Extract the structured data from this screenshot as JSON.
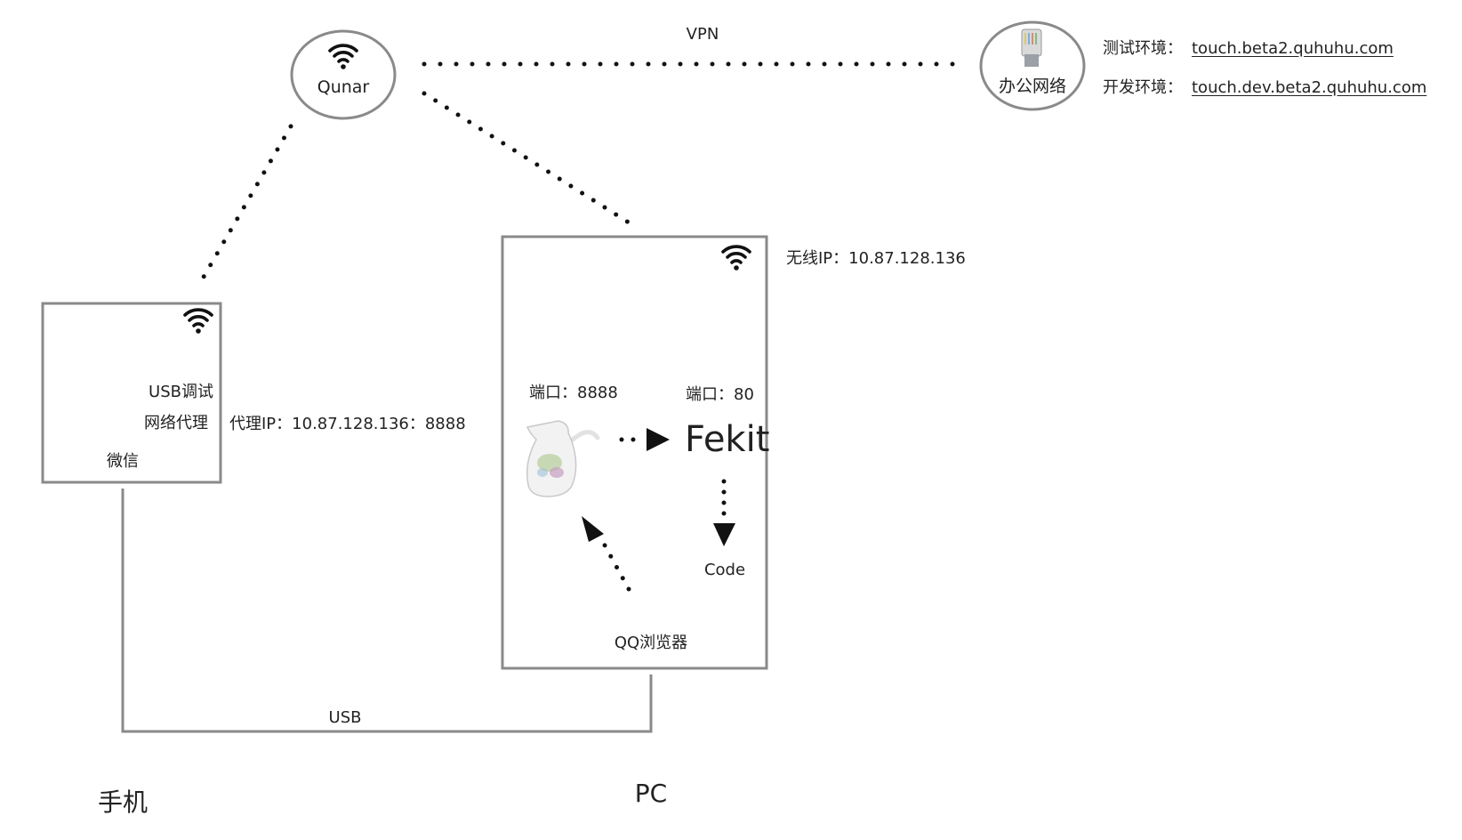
{
  "colors": {
    "box_stroke": "#8a8a8a",
    "dots": "#111111",
    "text": "#222222",
    "wifi": "#111111"
  },
  "nodes": {
    "qunar": {
      "label": "Qunar",
      "icon": "wifi-icon"
    },
    "office": {
      "label": "办公网络",
      "icon": "ethernet-cable-icon"
    },
    "phone": {
      "caption": "手机",
      "usb_debug": "USB调试",
      "net_proxy": "网络代理",
      "wechat": "微信",
      "icon": "wifi-icon"
    },
    "pc": {
      "caption": "PC",
      "browser": "QQ浏览器",
      "icon": "wifi-icon",
      "port_left": "端口：8888",
      "port_right": "端口：80",
      "fekit": "Fekit",
      "code": "Code",
      "proxy_image": "jug-icon"
    }
  },
  "edges": {
    "vpn": "VPN",
    "usb": "USB"
  },
  "labels": {
    "proxy_ip": "代理IP：10.87.128.136：8888",
    "wireless_ip": "无线IP：10.87.128.136",
    "test_env_label": "测试环境：",
    "test_env_url": "touch.beta2.quhuhu.com",
    "dev_env_label": "开发环境：",
    "dev_env_url": "touch.dev.beta2.quhuhu.com"
  }
}
